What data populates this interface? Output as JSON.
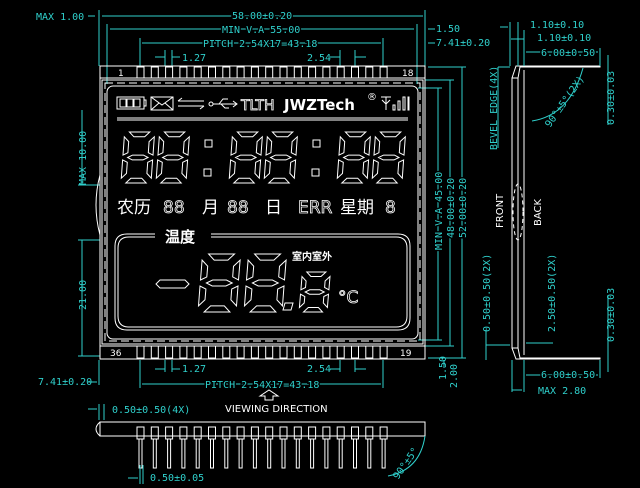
{
  "colors": {
    "dimension": "#2fd0cc",
    "outline": "#ffffff",
    "background": "#000000"
  },
  "dimensions": {
    "max_1": "MAX 1.00",
    "width_total": "58.00±0.20",
    "min_va_width": "MIN V.A 55.00",
    "pitch_top": "PITCH 2.54X17=43.18",
    "pin_width_top": "1.27",
    "pin_pitch_top": "2.54",
    "right_1_50": "1.50",
    "right_7_41": "7.41±0.20",
    "max_10": "MAX 10.00",
    "dim_21": "21.00",
    "min_va_height": "MIN V.A 45.00",
    "height_48": "48.00±0.20",
    "height_52": "52.00±0.20",
    "left_7_41": "7.41±0.20",
    "pin_width_bottom": "1.27",
    "pin_pitch_bottom": "2.54",
    "pitch_bottom": "PITCH 2.54X17=43.18",
    "bottom_1_50": "1.50",
    "bottom_2_00": "2.00",
    "lead_offset": "0.50±0.50(4X)",
    "lead_width": "0.50±0.05",
    "lead_angle": "90°±5°"
  },
  "side_view": {
    "t1": "1.10±0.10",
    "t2": "1.10±0.10",
    "top_len": "6.00±0.50",
    "bevel": "BEVEL EDGE(4X)",
    "angle": "90°±5°(2X)",
    "top_thk": "0.30±0.03",
    "front": "FRONT",
    "back": "BACK",
    "front_off": "0.50±0.50(2X)",
    "back_off": "2.50±0.50(2X)",
    "bottom_thk": "0.30±0.03",
    "bottom_len": "6.00±0.50",
    "max_thk": "MAX 2.80"
  },
  "lcd": {
    "pin_first_top": "1",
    "pin_last_top": "18",
    "pin_first_bottom": "36",
    "pin_last_bottom": "19",
    "pin_count_per_side": 18,
    "brand": "JWZTech",
    "brand_mark": "®",
    "icon_text_1": "TLTH",
    "clock": {
      "d1": "88",
      "d2": "88",
      "d3": "88"
    },
    "lunar": "农历",
    "month_digits": "88",
    "month": "月",
    "day_digits": "88",
    "day": "日",
    "err": "ERR",
    "weekday": "星期",
    "weekday_digit": "8",
    "temp_label": "温度",
    "indoor_outdoor": "室内室外",
    "minus": "−",
    "temp_digits": "88",
    "temp_dot": ".",
    "temp_decimal": "8",
    "unit": "°C"
  },
  "viewing_direction": "VIEWING DIRECTION"
}
